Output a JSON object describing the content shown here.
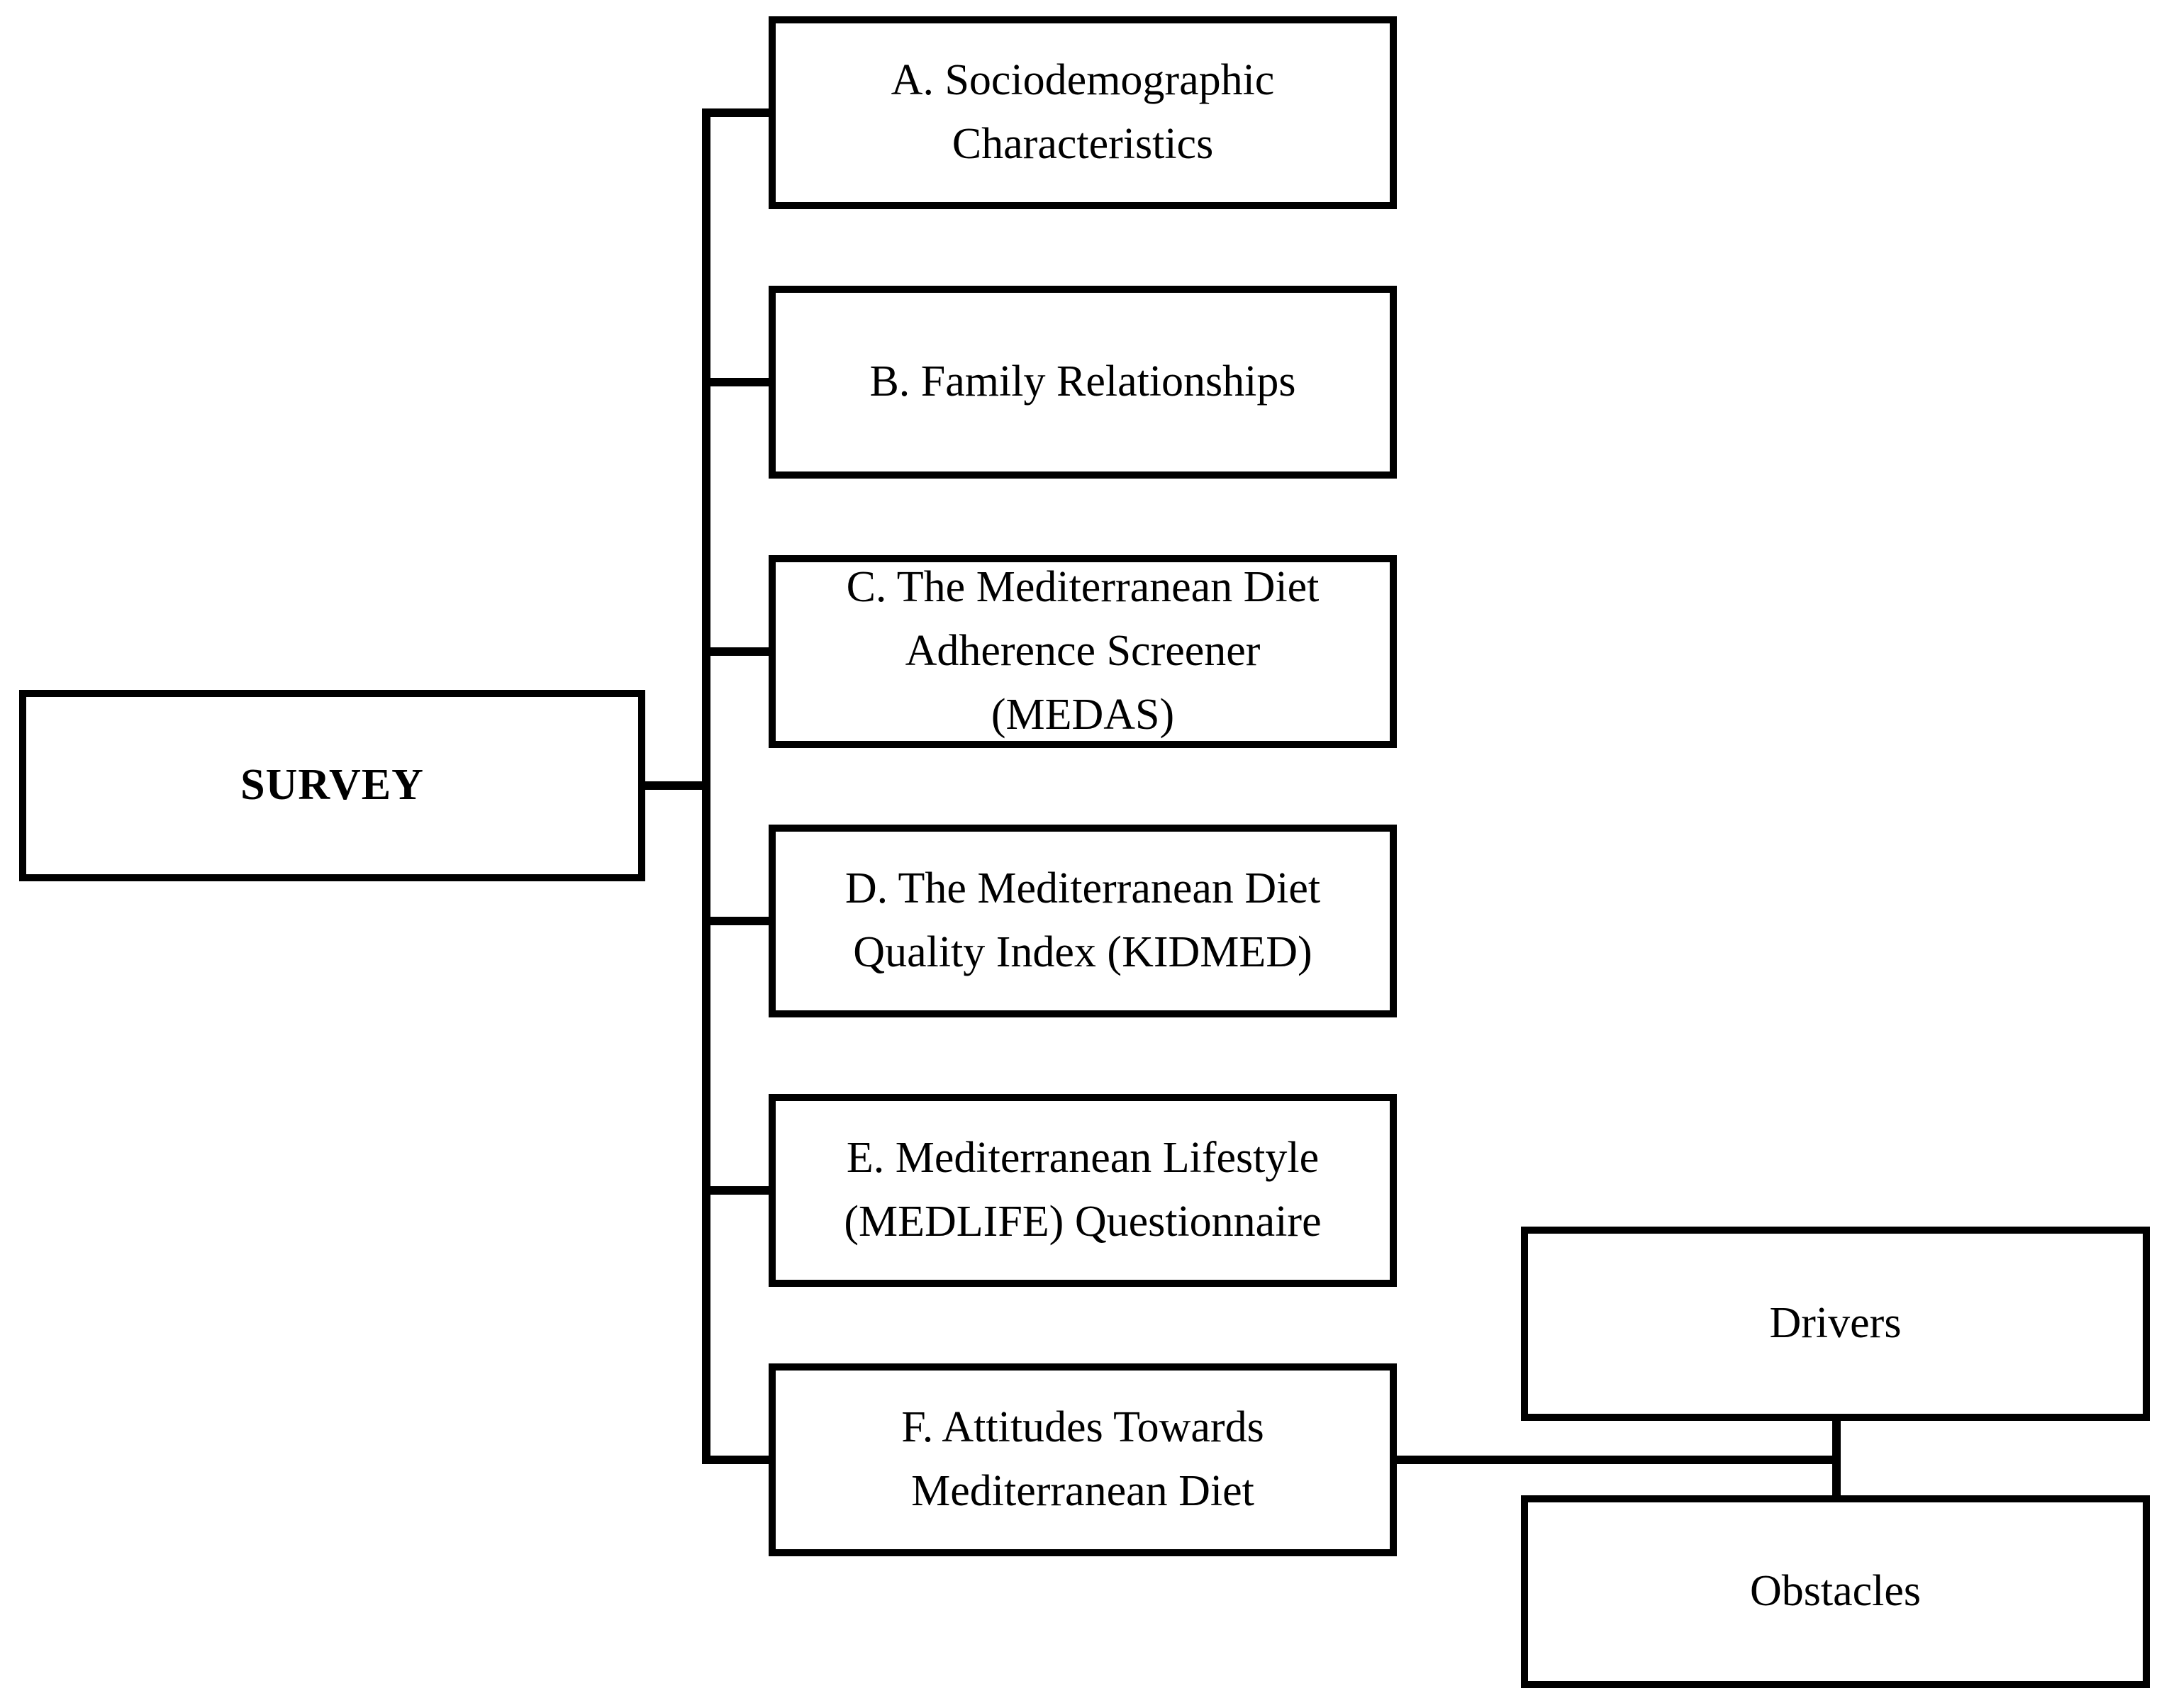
{
  "figure": {
    "type": "flow-diagram",
    "colors": {
      "background": "#ffffff",
      "line": "#000000",
      "text": "#000000"
    },
    "root": {
      "label": "SURVEY"
    },
    "sections": [
      {
        "id": "A",
        "label": "A. Sociodemographic Characteristics"
      },
      {
        "id": "B",
        "label": "B. Family Relationships"
      },
      {
        "id": "C",
        "label": "C. The Mediterranean Diet Adherence Screener (MEDAS)"
      },
      {
        "id": "D",
        "label": "D. The Mediterranean Diet Quality Index (KIDMED)"
      },
      {
        "id": "E",
        "label": "E. Mediterranean Lifestyle (MEDLIFE) Questionnaire"
      },
      {
        "id": "F",
        "label": "F. Attitudes Towards Mediterranean Diet"
      }
    ],
    "attitude_branches": [
      {
        "label": "Drivers"
      },
      {
        "label": "Obstacles"
      }
    ]
  }
}
